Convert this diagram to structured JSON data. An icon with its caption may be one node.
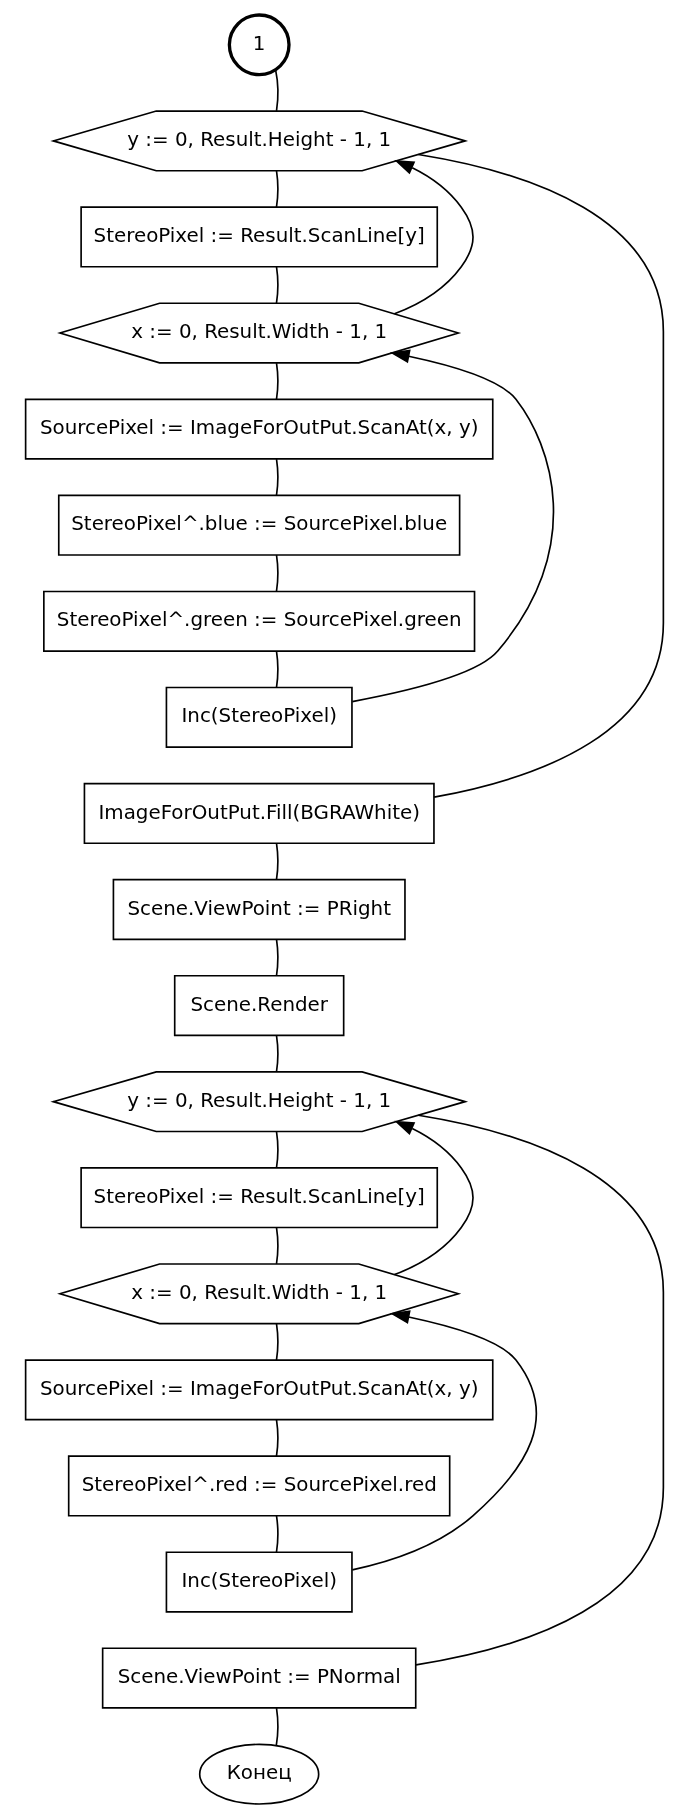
{
  "diagram": {
    "nodes": [
      {
        "text": [
          "1"
        ]
      },
      {
        "text": [
          "y := 0, Result.Height - 1, 1"
        ]
      },
      {
        "text": [
          "StereoPixel := Result.ScanLine[y]"
        ]
      },
      {
        "text": [
          "x := 0, Result.Width - 1, 1"
        ]
      },
      {
        "text": [
          "SourcePixel := ImageForOutPut.ScanAt(x, y)"
        ]
      },
      {
        "text": [
          "StereoPixel^.blue := SourcePixel.blue"
        ]
      },
      {
        "text": [
          "StereoPixel^.green := SourcePixel.green"
        ]
      },
      {
        "text": [
          "Inc(StereoPixel)"
        ]
      },
      {
        "text": [
          "ImageForOutPut.Fill(BGRAWhite)"
        ]
      },
      {
        "text": [
          "Scene.ViewPoint := PRight"
        ]
      },
      {
        "text": [
          "Scene.Render"
        ]
      },
      {
        "text": [
          "y := 0, Result.Height - 1, 1"
        ]
      },
      {
        "text": [
          "StereoPixel := Result.ScanLine[y]"
        ]
      },
      {
        "text": [
          "x := 0, Result.Width - 1, 1"
        ]
      },
      {
        "text": [
          "SourcePixel := ImageForOutPut.ScanAt(x, y)"
        ]
      },
      {
        "text": [
          "StereoPixel^.red := SourcePixel.red"
        ]
      },
      {
        "text": [
          "Inc(StereoPixel)"
        ]
      },
      {
        "text": [
          "Scene.ViewPoint := PNormal"
        ]
      },
      {
        "text": [
          "Конец"
        ]
      }
    ],
    "edges": [
      {
        "from": 0,
        "to": 1,
        "arrow": "none"
      },
      {
        "from": 1,
        "to": 2,
        "arrow": "none"
      },
      {
        "from": 2,
        "to": 3,
        "arrow": "none"
      },
      {
        "from": 3,
        "to": 4,
        "arrow": "none"
      },
      {
        "from": 4,
        "to": 5,
        "arrow": "none"
      },
      {
        "from": 5,
        "to": 6,
        "arrow": "none"
      },
      {
        "from": 6,
        "to": 7,
        "arrow": "none"
      },
      {
        "from": 7,
        "to": 3,
        "arrow": "to"
      },
      {
        "from": 3,
        "to": 1,
        "arrow": "to"
      },
      {
        "from": 1,
        "to": 8,
        "arrow": "none"
      },
      {
        "from": 8,
        "to": 9,
        "arrow": "none"
      },
      {
        "from": 9,
        "to": 10,
        "arrow": "none"
      },
      {
        "from": 10,
        "to": 11,
        "arrow": "none"
      },
      {
        "from": 11,
        "to": 12,
        "arrow": "none"
      },
      {
        "from": 12,
        "to": 13,
        "arrow": "none"
      },
      {
        "from": 13,
        "to": 14,
        "arrow": "none"
      },
      {
        "from": 14,
        "to": 15,
        "arrow": "none"
      },
      {
        "from": 15,
        "to": 16,
        "arrow": "none"
      },
      {
        "from": 16,
        "to": 13,
        "arrow": "to"
      },
      {
        "from": 13,
        "to": 11,
        "arrow": "to"
      },
      {
        "from": 11,
        "to": 17,
        "arrow": "none"
      },
      {
        "from": 17,
        "to": 18,
        "arrow": "none"
      }
    ]
  }
}
